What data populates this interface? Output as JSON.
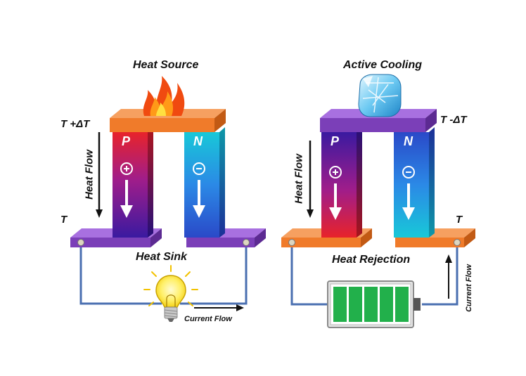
{
  "left": {
    "title": "Heat Source",
    "bottom_label": "Heat Sink",
    "hot_temp": "T +ΔT",
    "cold_temp": "T",
    "heat_flow": "Heat Flow",
    "p_leg": "P",
    "n_leg": "N",
    "current_flow": "Current Flow",
    "load_icon": "light-bulb-icon",
    "source_icon": "flame-icon"
  },
  "right": {
    "title": "Active Cooling",
    "bottom_label": "Heat Rejection",
    "cold_temp": "T -ΔT",
    "hot_temp": "T",
    "heat_flow": "Heat Flow",
    "p_leg": "P",
    "n_leg": "N",
    "current_flow": "Current Flow",
    "source_icon": "ice-cube-icon",
    "supply_icon": "battery-icon"
  },
  "colors": {
    "top_plate_left": "#f07b2a",
    "top_plate_right": "#7b3fb8",
    "bottom_plate_left": "#7b3fb8",
    "bottom_plate_right": "#f07b2a",
    "wire": "#4a6fb0",
    "battery_cell": "#22b04b"
  }
}
